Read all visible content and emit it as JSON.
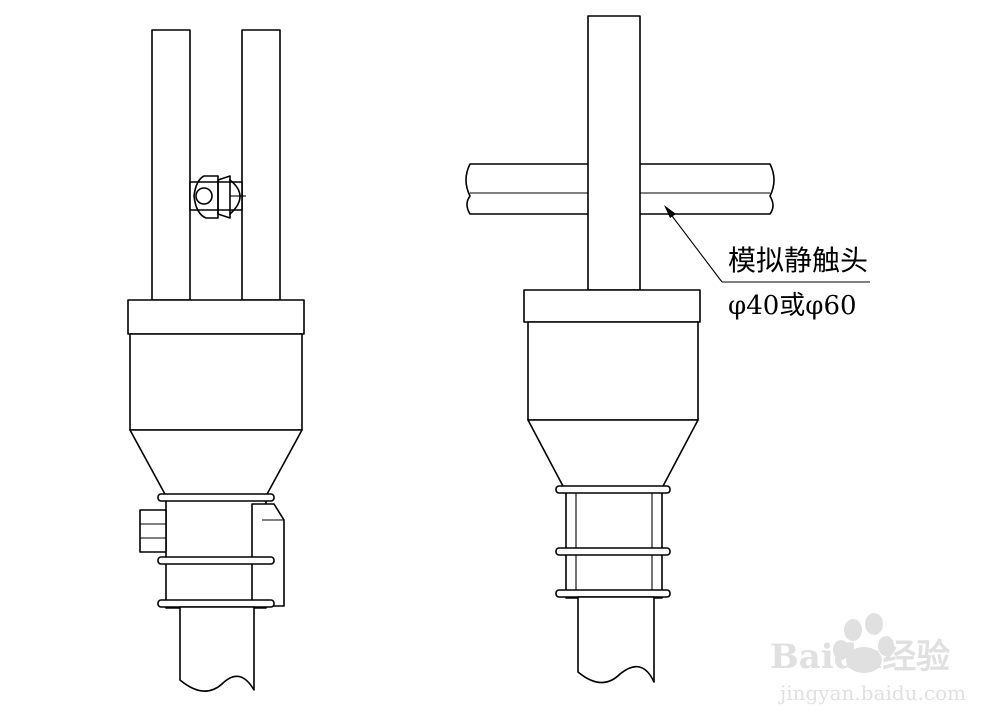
{
  "callout": {
    "line1": "模拟静触头",
    "line2": "φ40或φ60"
  },
  "watermark": {
    "brand": "Baidu经验",
    "url": "jingyan.baidu.com"
  }
}
